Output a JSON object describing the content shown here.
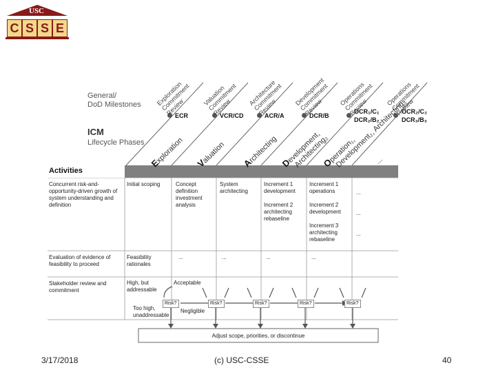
{
  "logo": {
    "top_text": "USC",
    "letters": [
      "C",
      "S",
      "S",
      "E"
    ]
  },
  "milestones": {
    "label_line1": "General/",
    "label_line2": "DoD Milestones",
    "reviews": [
      [
        "Exploration",
        "Commitment",
        "Review"
      ],
      [
        "Valuation",
        "Commitment",
        "Review"
      ],
      [
        "Architecture",
        "Commitment",
        "Review"
      ],
      [
        "Development",
        "Commitment",
        "Review"
      ],
      [
        "Operations",
        "Commitment",
        "Review"
      ],
      [
        "Operations",
        "Commitment",
        "Review"
      ]
    ],
    "codes": [
      "ECR",
      "VCR/CD",
      "ACR/A",
      "DCR/B",
      "OCR₁/C₁",
      "OCR₂/C₂"
    ],
    "codes_line2": [
      "",
      "",
      "",
      "",
      "DCR₂/B₂",
      "DCR₃/B₃"
    ]
  },
  "icm": {
    "title": "ICM",
    "subtitle": "Lifecycle Phases",
    "phases": [
      {
        "initial": "E",
        "rest": "xploration",
        "line2": ""
      },
      {
        "initial": "V",
        "rest": "aluation",
        "line2": ""
      },
      {
        "initial": "A",
        "rest": "rchitecting",
        "line2": ""
      },
      {
        "initial": "D",
        "rest": "evelopment,",
        "line2": "Architecting₂"
      },
      {
        "initial": "O",
        "rest": "peration₁,",
        "line2": "Development₂, Architecting₃"
      },
      {
        "initial": "",
        "rest": "...",
        "line2": ""
      }
    ]
  },
  "activities": {
    "header": "Activities",
    "rows": [
      {
        "label": "Concurrent risk-and-opportunity-driven growth of system understanding and definition",
        "cells": [
          "Initial scoping",
          "Concept definition investment analysis",
          "System architecting",
          "Increment 1 development\n\nIncrement 2 architecting rebaseline",
          "Increment 1 operations\n\nIncrement 2 development\n\nIncrement 3 architecting rebaseline",
          "...\n\n\n...\n\n\n..."
        ]
      },
      {
        "label": "Evaluation of evidence of feasibility to proceed",
        "cells": [
          "Feasibility rationales",
          "...",
          "...",
          "...",
          "...",
          ""
        ]
      },
      {
        "label": "Stakeholder review and commitment",
        "cells": [
          "High, but addressable",
          "Acceptable",
          "",
          "",
          "",
          ""
        ]
      }
    ],
    "risk_label": "Risk?",
    "too_high": "Too high, unaddressable",
    "negligible": "Negligible",
    "adjust": "Adjust scope, priorities, or discontinue"
  },
  "footer": {
    "date": "3/17/2018",
    "center": "(c) USC-CSSE",
    "page": "40"
  }
}
